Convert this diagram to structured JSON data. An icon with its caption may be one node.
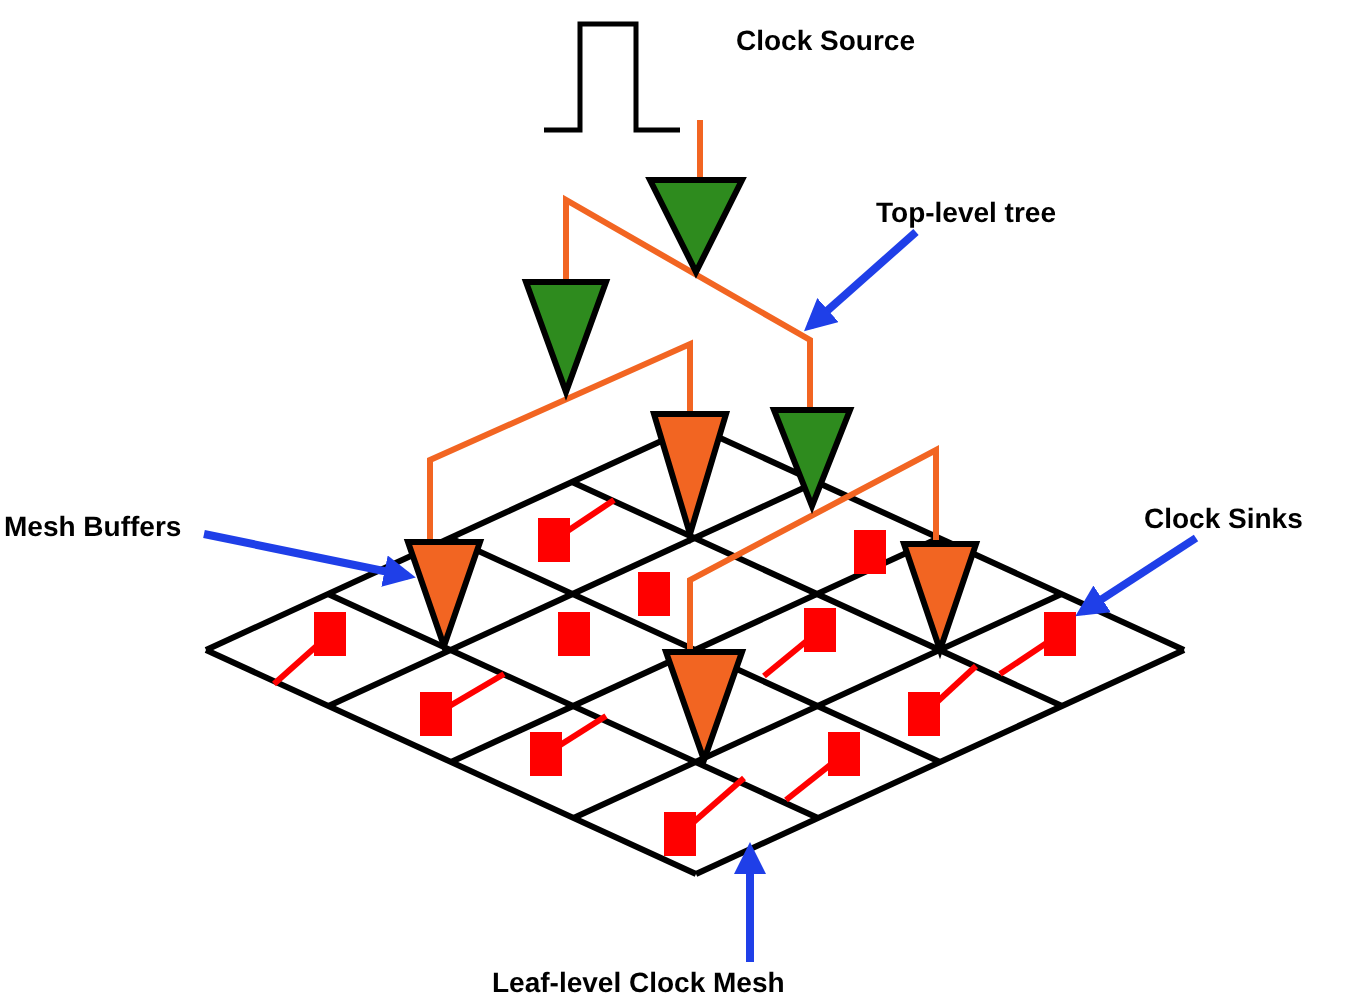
{
  "diagram": {
    "nodes": [
      {
        "text": [
          "Top-level tree"
        ]
      },
      {
        "text": [
          "Mesh Buffers"
        ]
      },
      {
        "text": [
          "Clock Sinks"
        ]
      },
      {
        "text": [
          "Leaf-level Clock Mesh"
        ]
      }
    ],
    "edges": [
      {
        "from": 0,
        "to": null,
        "arrow": "to"
      },
      {
        "from": 1,
        "to": null,
        "arrow": "to"
      },
      {
        "from": 2,
        "to": null,
        "arrow": "to"
      },
      {
        "from": 3,
        "to": null,
        "arrow": "to"
      }
    ],
    "labels": [
      "Clock Source"
    ]
  }
}
